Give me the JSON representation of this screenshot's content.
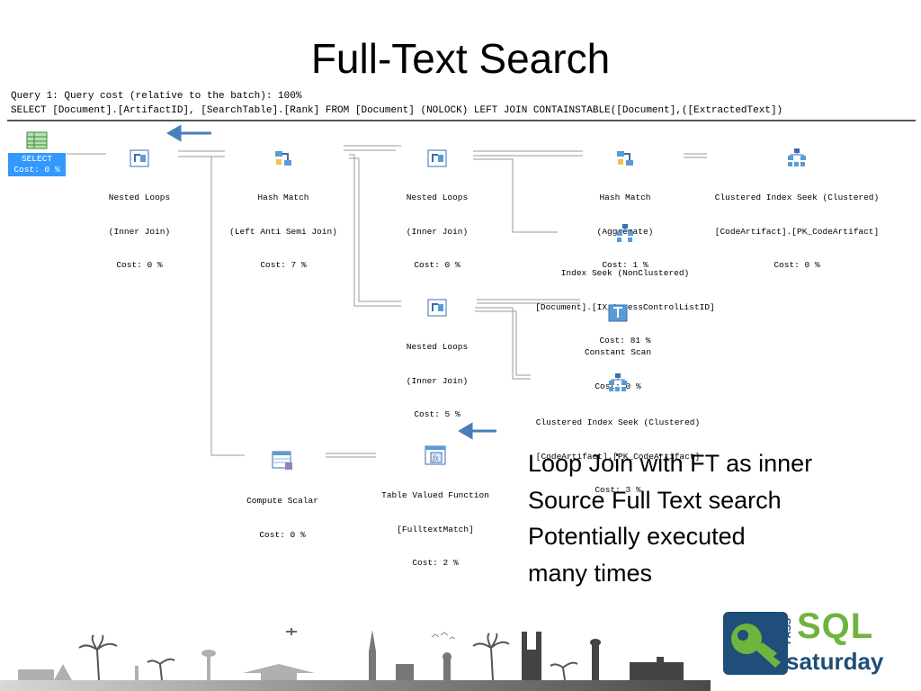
{
  "title": "Full-Text Search",
  "query": {
    "line1": "Query 1: Query cost (relative to the batch): 100%",
    "line2": "SELECT [Document].[ArtifactID], [SearchTable].[Rank] FROM [Document] (NOLOCK) LEFT JOIN CONTAINSTABLE([Document],([ExtractedText])"
  },
  "select_op": {
    "label": "SELECT",
    "cost": "Cost: 0 %"
  },
  "operators": [
    {
      "lines": [
        "Nested Loops",
        "(Inner Join)",
        "Cost: 0 %"
      ],
      "icon": "nested-loops-icon"
    },
    {
      "lines": [
        "Hash Match",
        "(Left Anti Semi Join)",
        "Cost: 7 %"
      ],
      "icon": "hash-match-icon"
    },
    {
      "lines": [
        "Nested Loops",
        "(Inner Join)",
        "Cost: 0 %"
      ],
      "icon": "nested-loops-icon"
    },
    {
      "lines": [
        "Hash Match",
        "(Aggregate)",
        "Cost: 1 %"
      ],
      "icon": "hash-match-icon"
    },
    {
      "lines": [
        "Clustered Index Seek (Clustered)",
        "[CodeArtifact].[PK_CodeArtifact]",
        "Cost: 0 %"
      ],
      "icon": "clustered-index-seek-icon"
    },
    {
      "lines": [
        "Index Seek (NonClustered)",
        "[Document].[IX_AccessControlListID]",
        "Cost: 81 %"
      ],
      "icon": "index-seek-icon"
    },
    {
      "lines": [
        "Nested Loops",
        "(Inner Join)",
        "Cost: 5 %"
      ],
      "icon": "nested-loops-icon"
    },
    {
      "lines": [
        "Constant Scan",
        "Cost: 0 %"
      ],
      "icon": "constant-scan-icon"
    },
    {
      "lines": [
        "Clustered Index Seek (Clustered)",
        "[CodeArtifact].[PK_CodeArtifact]",
        "Cost: 3 %"
      ],
      "icon": "clustered-index-seek-icon"
    },
    {
      "lines": [
        "Compute Scalar",
        "Cost: 0 %"
      ],
      "icon": "compute-scalar-icon"
    },
    {
      "lines": [
        "Table Valued Function",
        "[FulltextMatch]",
        "Cost: 2 %"
      ],
      "icon": "table-valued-function-icon"
    }
  ],
  "notes": [
    "Loop Join with FT as inner",
    "Source Full Text search",
    "Potentially executed",
    "many times"
  ],
  "logo": {
    "pass": "PASS",
    "sql": "SQL",
    "saturday": "saturday"
  },
  "colors": {
    "accent_blue": "#3399ff",
    "arrow_blue": "#4a7ebb",
    "logo_green": "#6eb43f",
    "logo_navy": "#1e4e79"
  }
}
